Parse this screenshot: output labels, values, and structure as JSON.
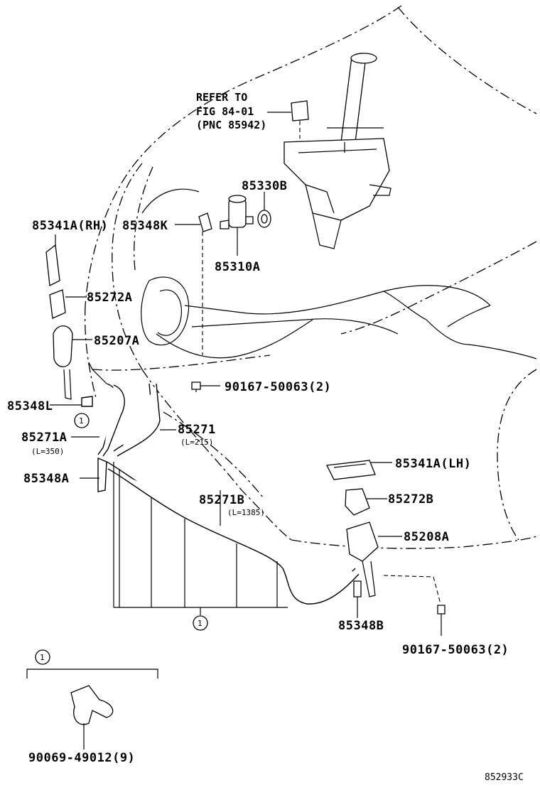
{
  "diagram": {
    "reference": {
      "line1": "REFER TO",
      "line2": "FIG 84-01",
      "line3": "(PNC 85942)"
    },
    "labels": {
      "p85330B": "85330B",
      "p85341A_RH": "85341A(RH)",
      "p85348K": "85348K",
      "p85310A": "85310A",
      "p85272A": "85272A",
      "p85207A": "85207A",
      "p90167_top": "90167-50063(2)",
      "p85348L": "85348L",
      "p85271A": "85271A",
      "p85271A_len": "(L=350)",
      "p85271": "85271",
      "p85271_len": "(L=215)",
      "p85348A": "85348A",
      "p85271B": "85271B",
      "p85271B_len": "(L=1385)",
      "p85341A_LH": "85341A(LH)",
      "p85272B": "85272B",
      "p85208A": "85208A",
      "p85348B": "85348B",
      "p90167_bottom": "90167-50063(2)",
      "p90069": "90069-49012(9)"
    },
    "callout_marker": "1",
    "figure_code": "852933C"
  }
}
